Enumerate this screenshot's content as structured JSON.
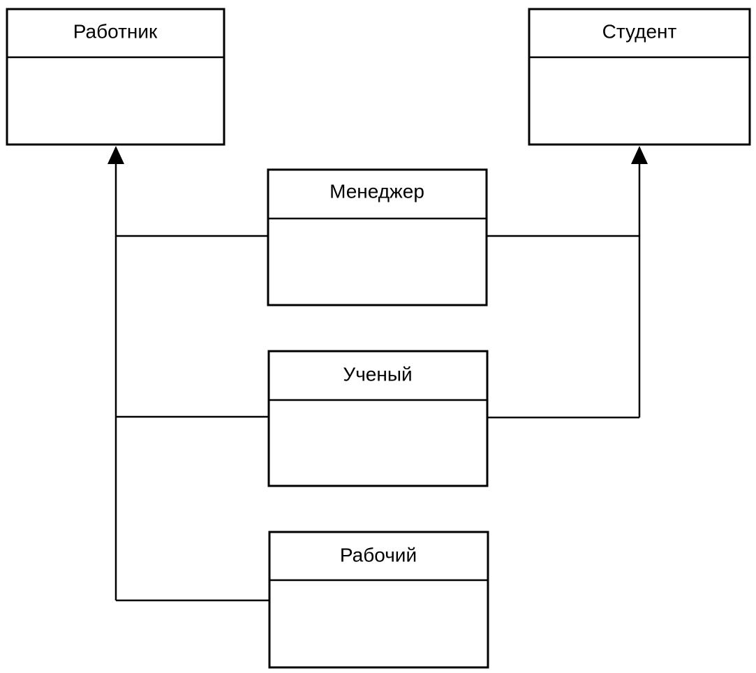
{
  "diagram": {
    "type": "uml-class-inheritance",
    "classes": {
      "worker": "Работник",
      "student": "Студент",
      "manager": "Менеджер",
      "scientist": "Ученый",
      "laborer": "Рабочий"
    },
    "relations": [
      {
        "from": "manager",
        "to": "worker",
        "kind": "generalization"
      },
      {
        "from": "manager",
        "to": "student",
        "kind": "generalization"
      },
      {
        "from": "scientist",
        "to": "worker",
        "kind": "generalization"
      },
      {
        "from": "scientist",
        "to": "student",
        "kind": "generalization"
      },
      {
        "from": "laborer",
        "to": "worker",
        "kind": "generalization"
      }
    ]
  }
}
